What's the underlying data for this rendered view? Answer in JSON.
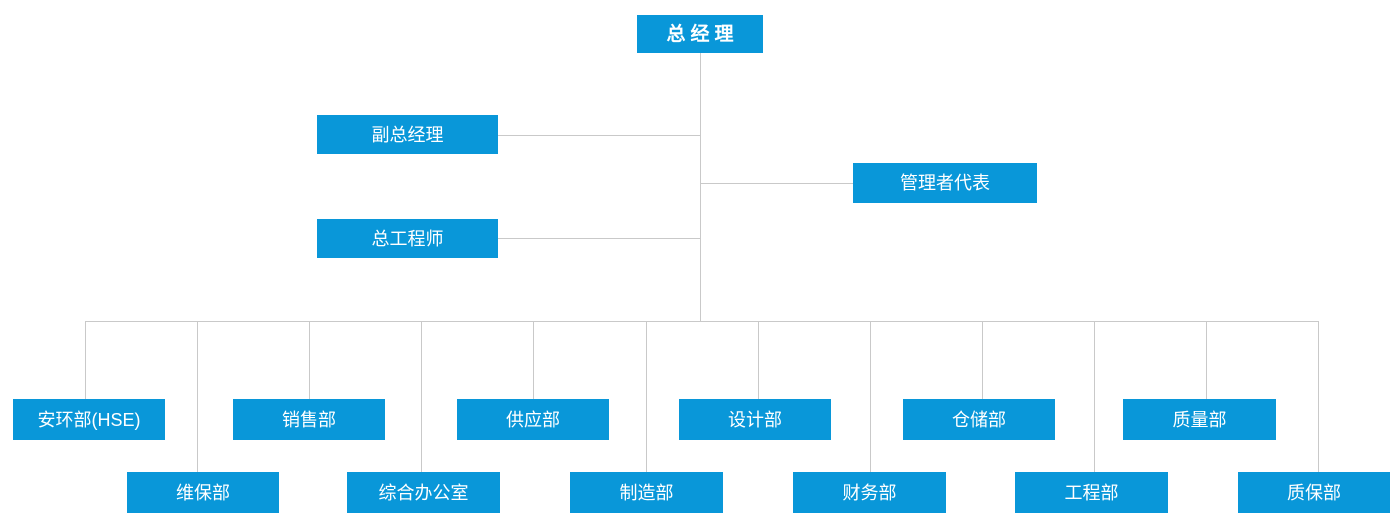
{
  "colors": {
    "node_bg": "#0997d9",
    "node_text": "#ffffff",
    "connector": "#c9c9c9",
    "background": "#ffffff"
  },
  "nodes": {
    "root": {
      "label": "总经理"
    },
    "level2": [
      {
        "label": "副总经理"
      },
      {
        "label": "管理者代表"
      },
      {
        "label": "总工程师"
      }
    ],
    "departments": [
      {
        "label": "安环部(HSE)"
      },
      {
        "label": "维保部"
      },
      {
        "label": "销售部"
      },
      {
        "label": "综合办公室"
      },
      {
        "label": "供应部"
      },
      {
        "label": "制造部"
      },
      {
        "label": "设计部"
      },
      {
        "label": "财务部"
      },
      {
        "label": "仓储部"
      },
      {
        "label": "工程部"
      },
      {
        "label": "质量部"
      },
      {
        "label": "质保部"
      }
    ]
  }
}
